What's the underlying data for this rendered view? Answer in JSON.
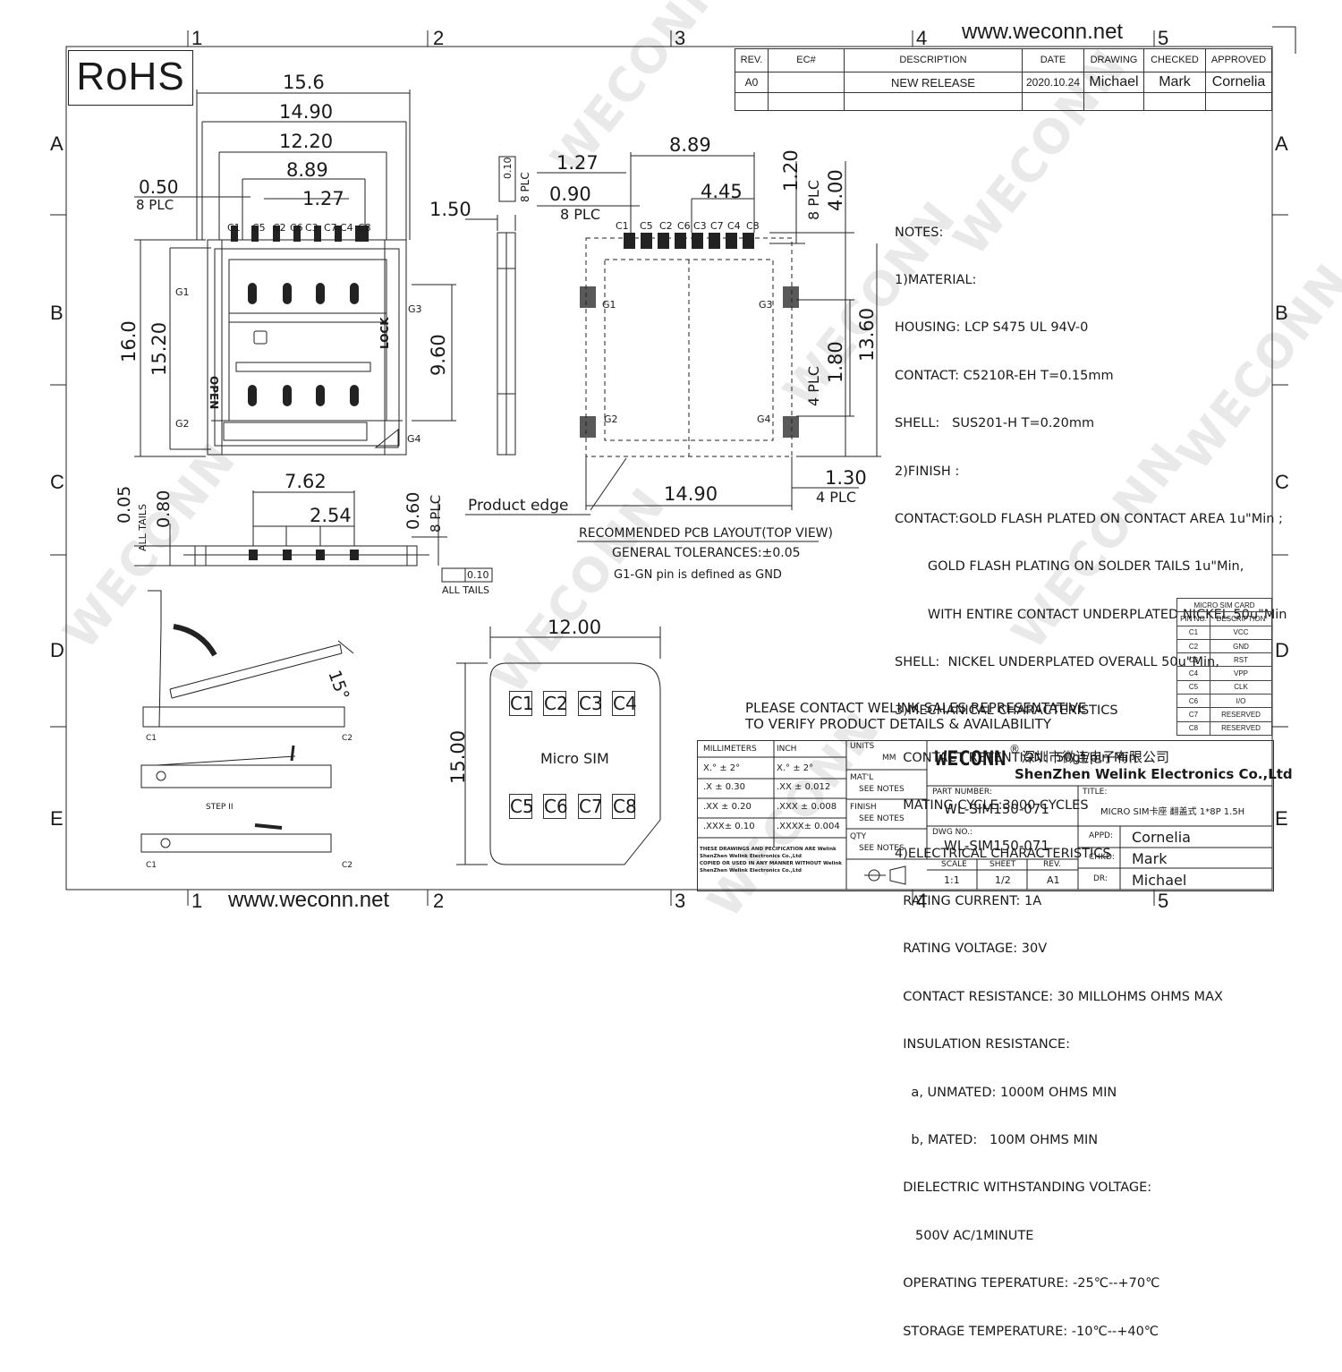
{
  "header": {
    "rohs": "RoHS",
    "website": "www.weconn.net"
  },
  "frame": {
    "columns": [
      "1",
      "2",
      "3",
      "4",
      "5"
    ],
    "rows": [
      "A",
      "B",
      "C",
      "D",
      "E"
    ]
  },
  "watermark": "WECONN",
  "revision_table": {
    "headers": [
      "REV.",
      "EC#",
      "DESCRIPTION",
      "DATE",
      "DRAWING",
      "CHECKED",
      "APPROVED"
    ],
    "row": [
      "A0",
      "",
      "NEW RELEASE",
      "2020.10.24",
      "Michael",
      "Mark",
      "Cornelia"
    ]
  },
  "top_view": {
    "dims": [
      "15.6",
      "14.90",
      "12.20",
      "8.89",
      "1.27",
      "0.50",
      "8 PLC",
      "16.0",
      "15.20",
      "9.60"
    ],
    "contacts": [
      "C1",
      "C5",
      "C2",
      "C6",
      "C3",
      "C7",
      "C4",
      "C8"
    ],
    "ground_pins": [
      "G1",
      "G2",
      "G3",
      "G4"
    ],
    "labels": [
      "OPEN",
      "LOCK"
    ]
  },
  "side_view": {
    "dims": [
      "0.10",
      "8 PLC",
      "1.50"
    ]
  },
  "pcb_layout": {
    "dims": [
      "8.89",
      "4.45",
      "1.27",
      "0.90",
      "8 PLC",
      "1.20",
      "8 PLC",
      "4.00",
      "13.60",
      "1.80",
      "4 PLC",
      "1.30",
      "4 PLC",
      "14.90"
    ],
    "contacts": [
      "C1",
      "C5",
      "C2",
      "C6",
      "C3",
      "C7",
      "C4",
      "C8"
    ],
    "ground_pins": [
      "G1",
      "G2",
      "G3",
      "G4"
    ],
    "product_edge": "Product edge",
    "title": "RECOMMENDED PCB LAYOUT(TOP VIEW)",
    "tolerance": "GENERAL TOLERANCES:±0.05",
    "gnd_note": "G1-GN pin is defined as GND"
  },
  "front_view": {
    "dims": [
      "7.62",
      "2.54",
      "0.05",
      "0.80",
      "ALL TAILS",
      "0.60",
      "8 PLC",
      "0.10",
      "ALL TAILS"
    ]
  },
  "operation_views": {
    "angle": "15°",
    "c1": "C1",
    "c2": "C2",
    "step": "STEP II"
  },
  "micro_sim": {
    "width": "12.00",
    "height": "15.00",
    "label": "Micro SIM",
    "top_row": [
      "C1",
      "C2",
      "C3",
      "C4"
    ],
    "bottom_row": [
      "C5",
      "C6",
      "C7",
      "C8"
    ]
  },
  "notes": [
    "NOTES:",
    "1)MATERIAL:",
    "HOUSING: LCP S475 UL 94V-0",
    "CONTACT: C5210R-EH T=0.15mm",
    "SHELL:   SUS201-H T=0.20mm",
    "2)FINISH :",
    "CONTACT:GOLD FLASH PLATED ON CONTACT AREA 1u\"Min ;",
    "        GOLD FLASH PLATING ON SOLDER TAILS 1u\"Min,",
    "        WITH ENTIRE CONTACT UNDERPLATED NICKEL 50u\"Min",
    "SHELL:  NICKEL UNDERPLATED OVERALL 50u\"Min,",
    "3)MECHANICAL CHARACTERISTICS",
    "  CONTACT RETENTION:  50gf/pin Min",
    "  MATING CYCLE:3000 CYCLES",
    "4)ELECTRICAL CHARACTERISTICS",
    "  RATING CURRENT: 1A",
    "  RATING VOLTAGE: 30V",
    "  CONTACT RESISTANCE: 30 MILLOHMS OHMS MAX",
    "  INSULATION RESISTANCE:",
    "    a, UNMATED: 1000M OHMS MIN",
    "    b, MATED:   100M OHMS MIN",
    "  DIELECTRIC WITHSTANDING VOLTAGE:",
    "     500V AC/1MINUTE",
    "  OPERATING TEPERATURE: -25℃--+70℃",
    "  STORAGE TEMPERATURE: -10℃--+40℃"
  ],
  "pin_table": {
    "title": "MICRO SIM CARD",
    "headers": [
      "PIN NO.",
      "DESCRIPTION"
    ],
    "rows": [
      [
        "C1",
        "VCC"
      ],
      [
        "C2",
        "GND"
      ],
      [
        "C3",
        "RST"
      ],
      [
        "C4",
        "VPP"
      ],
      [
        "C5",
        "CLK"
      ],
      [
        "C6",
        "I/O"
      ],
      [
        "C7",
        "RESERVED"
      ],
      [
        "C8",
        "RESERVED"
      ]
    ]
  },
  "contact_note": [
    "PLEASE CONTACT WELINK SALES REPRESENTATIVE",
    "TO VERIFY PRODUCT DETAILS & AVAILABILITY"
  ],
  "title_block": {
    "mm_label": "MILLIMETERS",
    "inch_label": "INCH",
    "mm_tols": [
      "X.°  ±  2°",
      ".X    ± 0.30",
      ".XX  ± 0.20",
      ".XXX±  0.10"
    ],
    "inch_tols": [
      "X.°  ±  2°",
      ".XX    ± 0.012",
      ".XXX  ± 0.008",
      ".XXXX± 0.004"
    ],
    "disclaimer": [
      "THESE DRAWINGS AND PECIFICATION  ARE Welink",
      "ShenZhen Welink Electronics Co.,Ltd",
      "COPIED OR USED IN ANY MANNER WITHOUT Welink",
      "ShenZhen Welink Electronics Co.,Ltd"
    ],
    "units_label": "UNITS",
    "units_value": "MM",
    "matl_label": "MAT'L",
    "matl_value": "SEE NOTES",
    "finish_label": "FINISH",
    "finish_value": "SEE NOTES",
    "qty_label": "QTY",
    "qty_value": "SEE NOTES",
    "logo": "WECONN",
    "reg": "®",
    "company_cn": "深圳市微连电子有限公司",
    "company_en": "ShenZhen Welink Electronics Co.,Ltd",
    "part_number_label": "PART NUMBER:",
    "part_number": "WL-SIM150-071",
    "title_label": "TITLE:",
    "title": "MICRO SIM卡座 翻盖式 1*8P 1.5H",
    "dwg_label": "DWG NO.:",
    "dwg_no": "WL-SIM150-071",
    "scale_label": "SCALE",
    "scale": "1:1",
    "sheet_label": "SHEET",
    "sheet": "1/2",
    "rev_label": "REV.",
    "rev": "A1",
    "appd_label": "APPD:",
    "appd": "Cornelia",
    "chkd_label": "CHKD:",
    "chkd": "Mark",
    "dr_label": "DR:",
    "dr": "Michael"
  }
}
